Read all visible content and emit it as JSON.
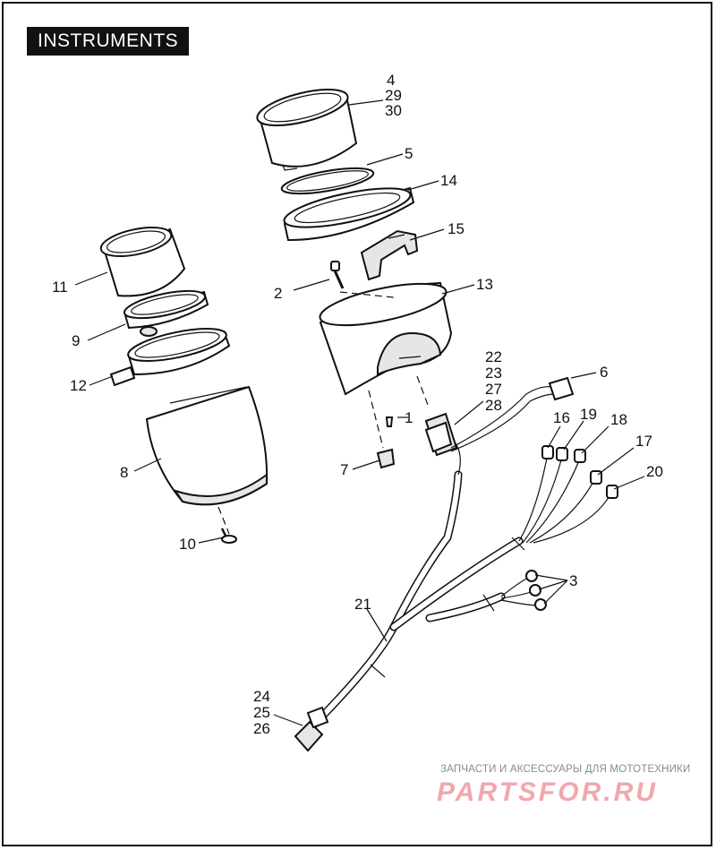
{
  "title": "INSTRUMENTS",
  "callouts": {
    "c1": "1",
    "c2": "2",
    "c3": "3",
    "c4": "4",
    "c5": "5",
    "c6": "6",
    "c7": "7",
    "c8": "8",
    "c9": "9",
    "c10": "10",
    "c11": "11",
    "c12": "12",
    "c13": "13",
    "c14": "14",
    "c15": "15",
    "c16": "16",
    "c17": "17",
    "c18": "18",
    "c19": "19",
    "c20": "20",
    "c21": "21",
    "c22": "22",
    "c23": "23",
    "c24": "24",
    "c25": "25",
    "c26": "26",
    "c27": "27",
    "c28": "28",
    "c29": "29",
    "c30": "30"
  },
  "watermark": {
    "tagline": "ЗАПЧАСТИ И АКСЕССУАРЫ ДЛЯ МОТОТЕХНИКИ",
    "brand": "PARTSFOR.RU"
  }
}
